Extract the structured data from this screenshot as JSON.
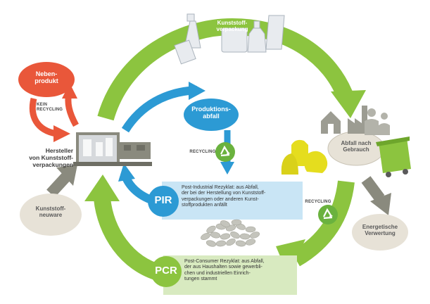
{
  "colors": {
    "green": "#8cc43f",
    "blue": "#2c9ad4",
    "light_blue": "#c9e5f5",
    "light_green": "#d8eac0",
    "orange": "#e9573a",
    "beige": "#e7e2d7",
    "grey": "#8a8a7e",
    "yellow": "#e5dd1e",
    "recycle_green": "#6ab23e"
  },
  "nodes": {
    "kunststoffverpackung": "Kunststoff-\nverpackung",
    "nebenprodukt": "Neben-\nprodukt",
    "produktionsabfall": "Produktions-\nabfall",
    "hersteller": "Hersteller\nvon Kunststoff-\nverpackungen",
    "abfall_gebrauch": "Abfall nach\nGebrauch",
    "kunststoffneuware": "Kunststoff-\nneuware",
    "energetische": "Energetische\nVerwertung"
  },
  "labels": {
    "kein_recycling": "KEIN\nRECYCLING",
    "recycling_left": "RECYCLING",
    "recycling_right": "RECYCLING"
  },
  "pir": {
    "badge": "PIR",
    "text": "Post-Industrial Rezyklat: aus Abfall,\nder bei der Herstellung von Kunststoff-\nverpackungen oder anderen Kunst-\nstoffprodukten anfällt"
  },
  "pcr": {
    "badge": "PCR",
    "text": "Post-Consumer Rezyklat: aus Abfall,\nder aus Haushalten sowie gewerbli-\nchen und industriellen Einrich-\ntungen stammt"
  },
  "icons": [
    "recycle-icon",
    "bottles-icon",
    "houses-icon",
    "factory-icon",
    "people-icon",
    "container-icon",
    "waste-bags-icon",
    "machine-icon",
    "pellets-icon"
  ]
}
